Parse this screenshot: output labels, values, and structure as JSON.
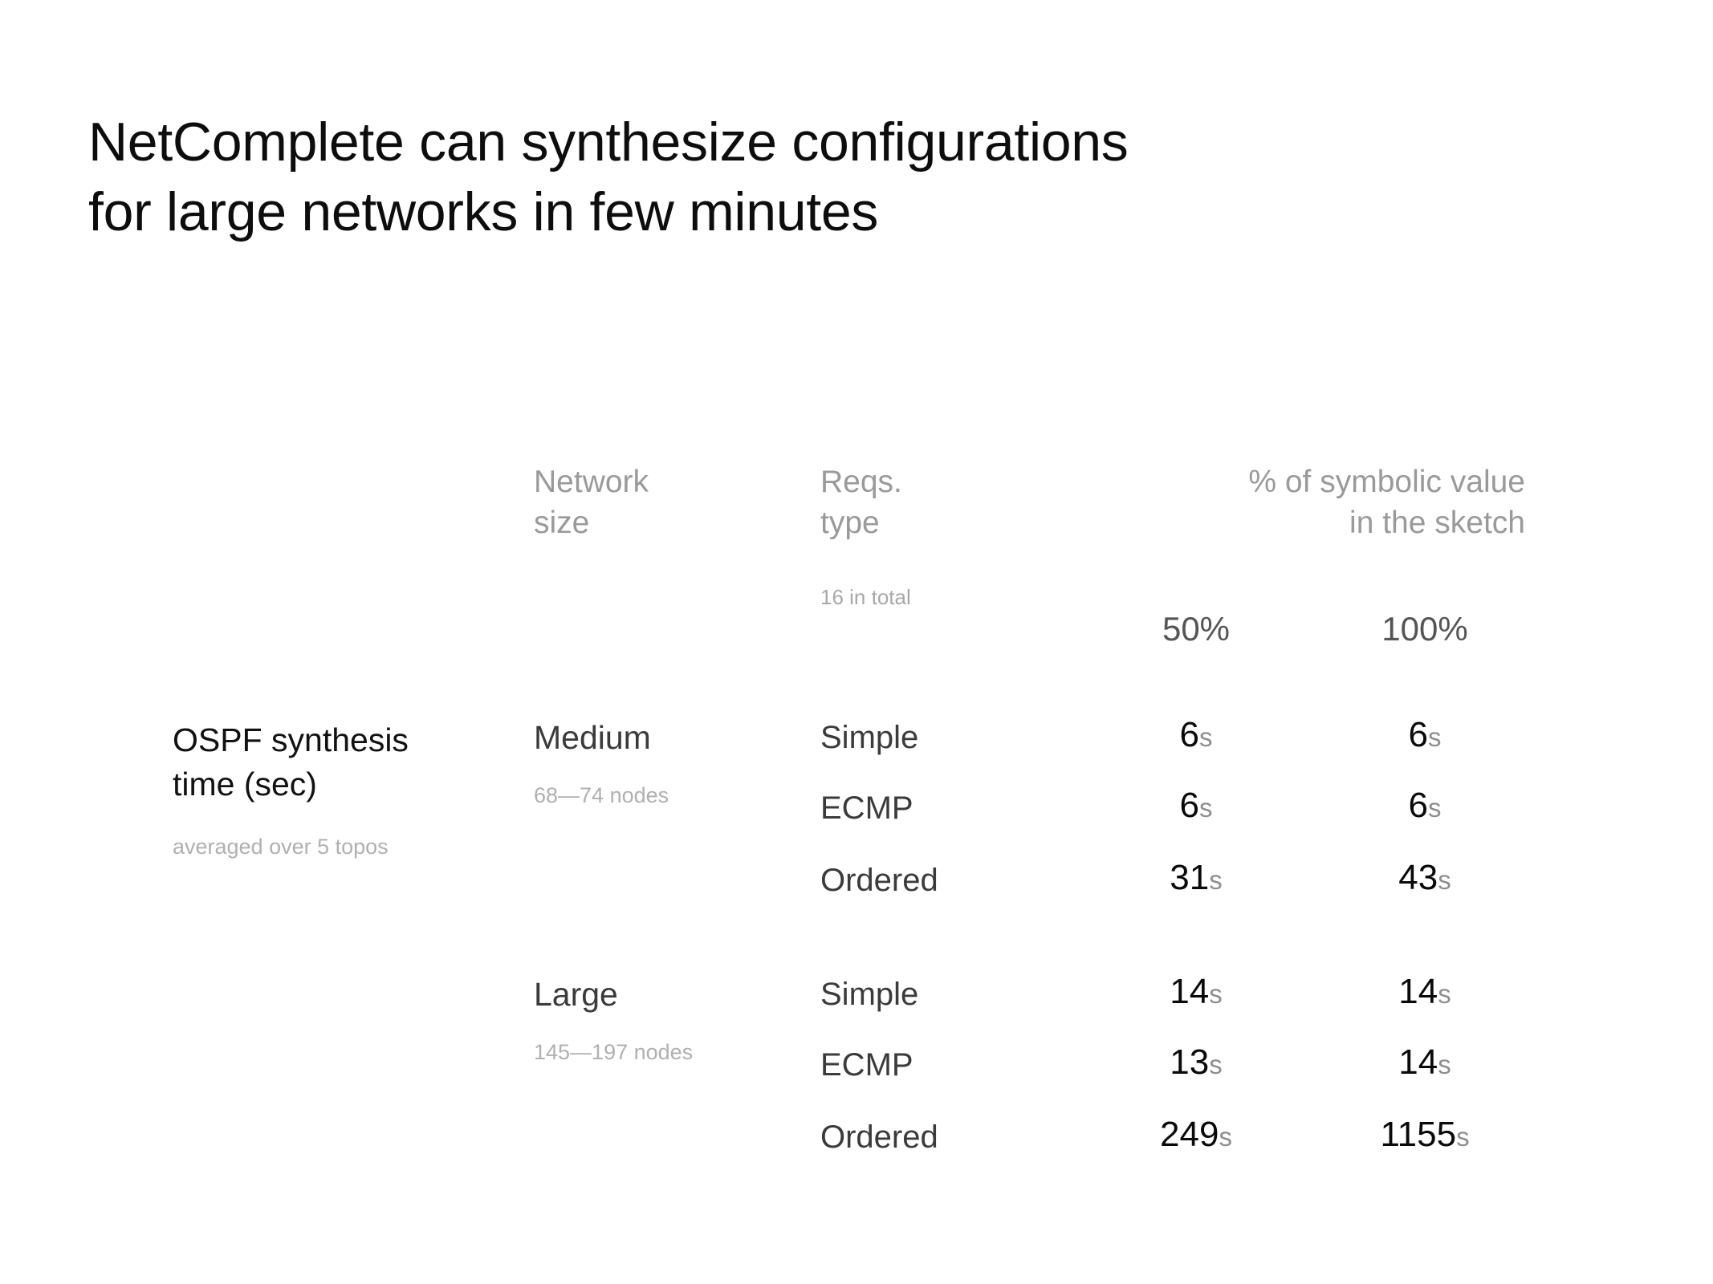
{
  "slide": {
    "title_line1": "NetComplete can synthesize configurations",
    "title_line2": "for large networks in few minutes"
  },
  "headers": {
    "network_size_l1": "Network",
    "network_size_l2": "size",
    "reqs_type_l1": "Reqs.",
    "reqs_type_l2": "type",
    "reqs_type_note": "16 in total",
    "symbolic_l1": "% of symbolic value",
    "symbolic_l2": "in the sketch",
    "pct_50": "50%",
    "pct_100": "100%"
  },
  "row_label": {
    "main_l1": "OSPF synthesis",
    "main_l2": "time (sec)",
    "note": "averaged over 5 topos"
  },
  "groups": [
    {
      "size_name": "Medium",
      "size_range": "68—74 nodes",
      "rows": [
        {
          "type": "Simple",
          "v50": "6",
          "v50_unit": "s",
          "v100": "6",
          "v100_unit": "s"
        },
        {
          "type": "ECMP",
          "v50": "6",
          "v50_unit": "s",
          "v100": "6",
          "v100_unit": "s"
        },
        {
          "type": "Ordered",
          "v50": "31",
          "v50_unit": "s",
          "v100": "43",
          "v100_unit": "s"
        }
      ]
    },
    {
      "size_name": "Large",
      "size_range": "145—197 nodes",
      "rows": [
        {
          "type": "Simple",
          "v50": "14",
          "v50_unit": "s",
          "v100": "14",
          "v100_unit": "s"
        },
        {
          "type": "ECMP",
          "v50": "13",
          "v50_unit": "s",
          "v100": "14",
          "v100_unit": "s"
        },
        {
          "type": "Ordered",
          "v50": "249",
          "v50_unit": "s",
          "v100": "1155",
          "v100_unit": "s"
        }
      ]
    }
  ],
  "chart_data": {
    "type": "table",
    "title": "OSPF synthesis time (sec), averaged over 5 topos",
    "columns": [
      "Network size",
      "Reqs. type",
      "50% symbolic",
      "100% symbolic"
    ],
    "units": "seconds",
    "rows": [
      {
        "network_size": "Medium",
        "nodes": "68—74",
        "reqs_type": "Simple",
        "sym_50": 6,
        "sym_100": 6
      },
      {
        "network_size": "Medium",
        "nodes": "68—74",
        "reqs_type": "ECMP",
        "sym_50": 6,
        "sym_100": 6
      },
      {
        "network_size": "Medium",
        "nodes": "68—74",
        "reqs_type": "Ordered",
        "sym_50": 31,
        "sym_100": 43
      },
      {
        "network_size": "Large",
        "nodes": "145—197",
        "reqs_type": "Simple",
        "sym_50": 14,
        "sym_100": 14
      },
      {
        "network_size": "Large",
        "nodes": "145—197",
        "reqs_type": "ECMP",
        "sym_50": 13,
        "sym_100": 14
      },
      {
        "network_size": "Large",
        "nodes": "145—197",
        "reqs_type": "Ordered",
        "sym_50": 249,
        "sym_100": 1155
      }
    ]
  }
}
